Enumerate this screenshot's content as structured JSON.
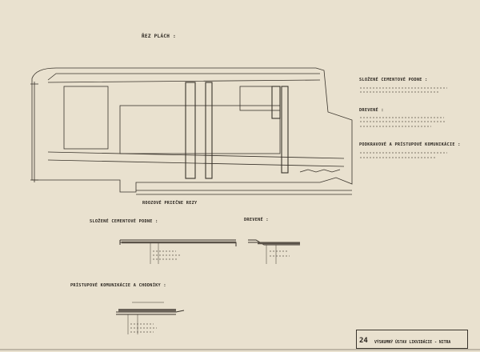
{
  "plan_title": "ŘEZ PLÁCH :",
  "street_label": "ROOZOVÉ PRIEČNE REZY",
  "legend": {
    "sekcia1_title": "SLOŽENÉ CEMENTOVÉ PODNE :",
    "sekcia2_title": "DREVENÉ :",
    "sekcia3_title": "PODKRAVOVÉ A PRÍSTUPOVÉ KOMUNIKÁCIE :"
  },
  "sections": {
    "left_title": "SLOŽENÉ CEMENTOVÉ PODNE :",
    "right_title": "DREVENÉ :",
    "bottom_title": "PRÍSTUPOVÉ KOMUNIKÁCIE A CHODNÍKY :"
  },
  "stamp": {
    "number": "24",
    "line": "VÝSKUMNÝ ÚSTAV LIKVIDÁCIE - NITRA"
  }
}
